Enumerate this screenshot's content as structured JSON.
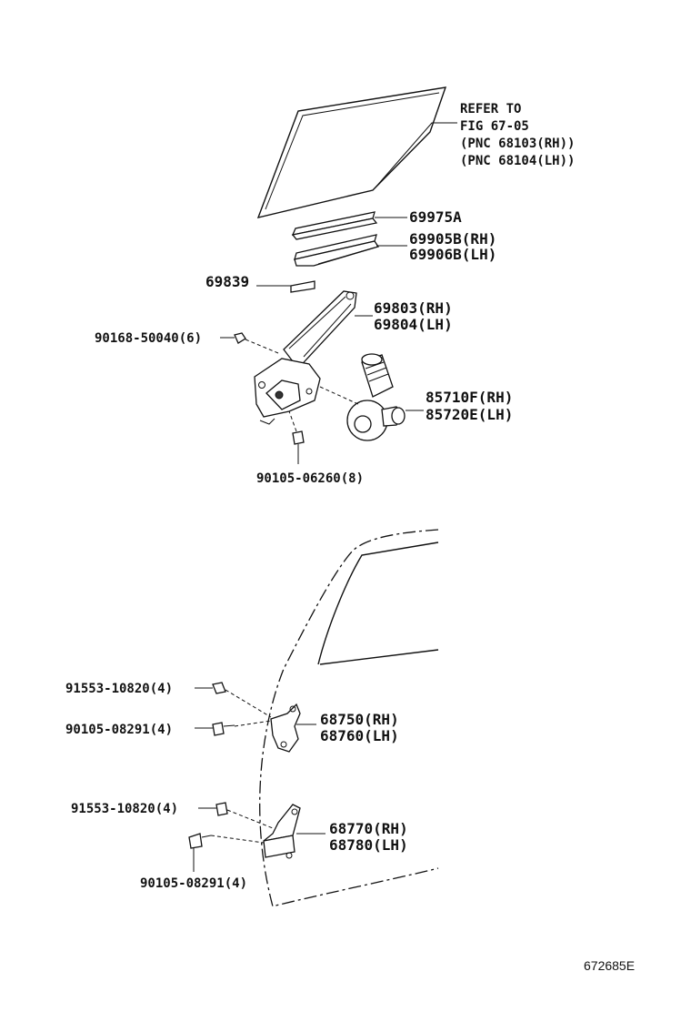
{
  "refer": {
    "line1": "REFER TO",
    "line2": "FIG 67-05",
    "line3": "(PNC 68103(RH))",
    "line4": "(PNC 68104(LH))"
  },
  "labels": {
    "p69975a": "69975A",
    "p69905b": "69905B(RH)",
    "p69906b": "69906B(LH)",
    "p69839": "69839",
    "p69803": "69803(RH)",
    "p69804": "69804(LH)",
    "p90168": "90168-50040(6)",
    "p85710f": "85710F(RH)",
    "p85720e": "85720E(LH)",
    "p90105_06260": "90105-06260(8)",
    "p91553_a": "91553-10820(4)",
    "p90105_08291_a": "90105-08291(4)",
    "p68750": "68750(RH)",
    "p68760": "68760(LH)",
    "p91553_b": "91553-10820(4)",
    "p68770": "68770(RH)",
    "p68780": "68780(LH)",
    "p90105_08291_b": "90105-08291(4)"
  },
  "figure_code": "672685E"
}
